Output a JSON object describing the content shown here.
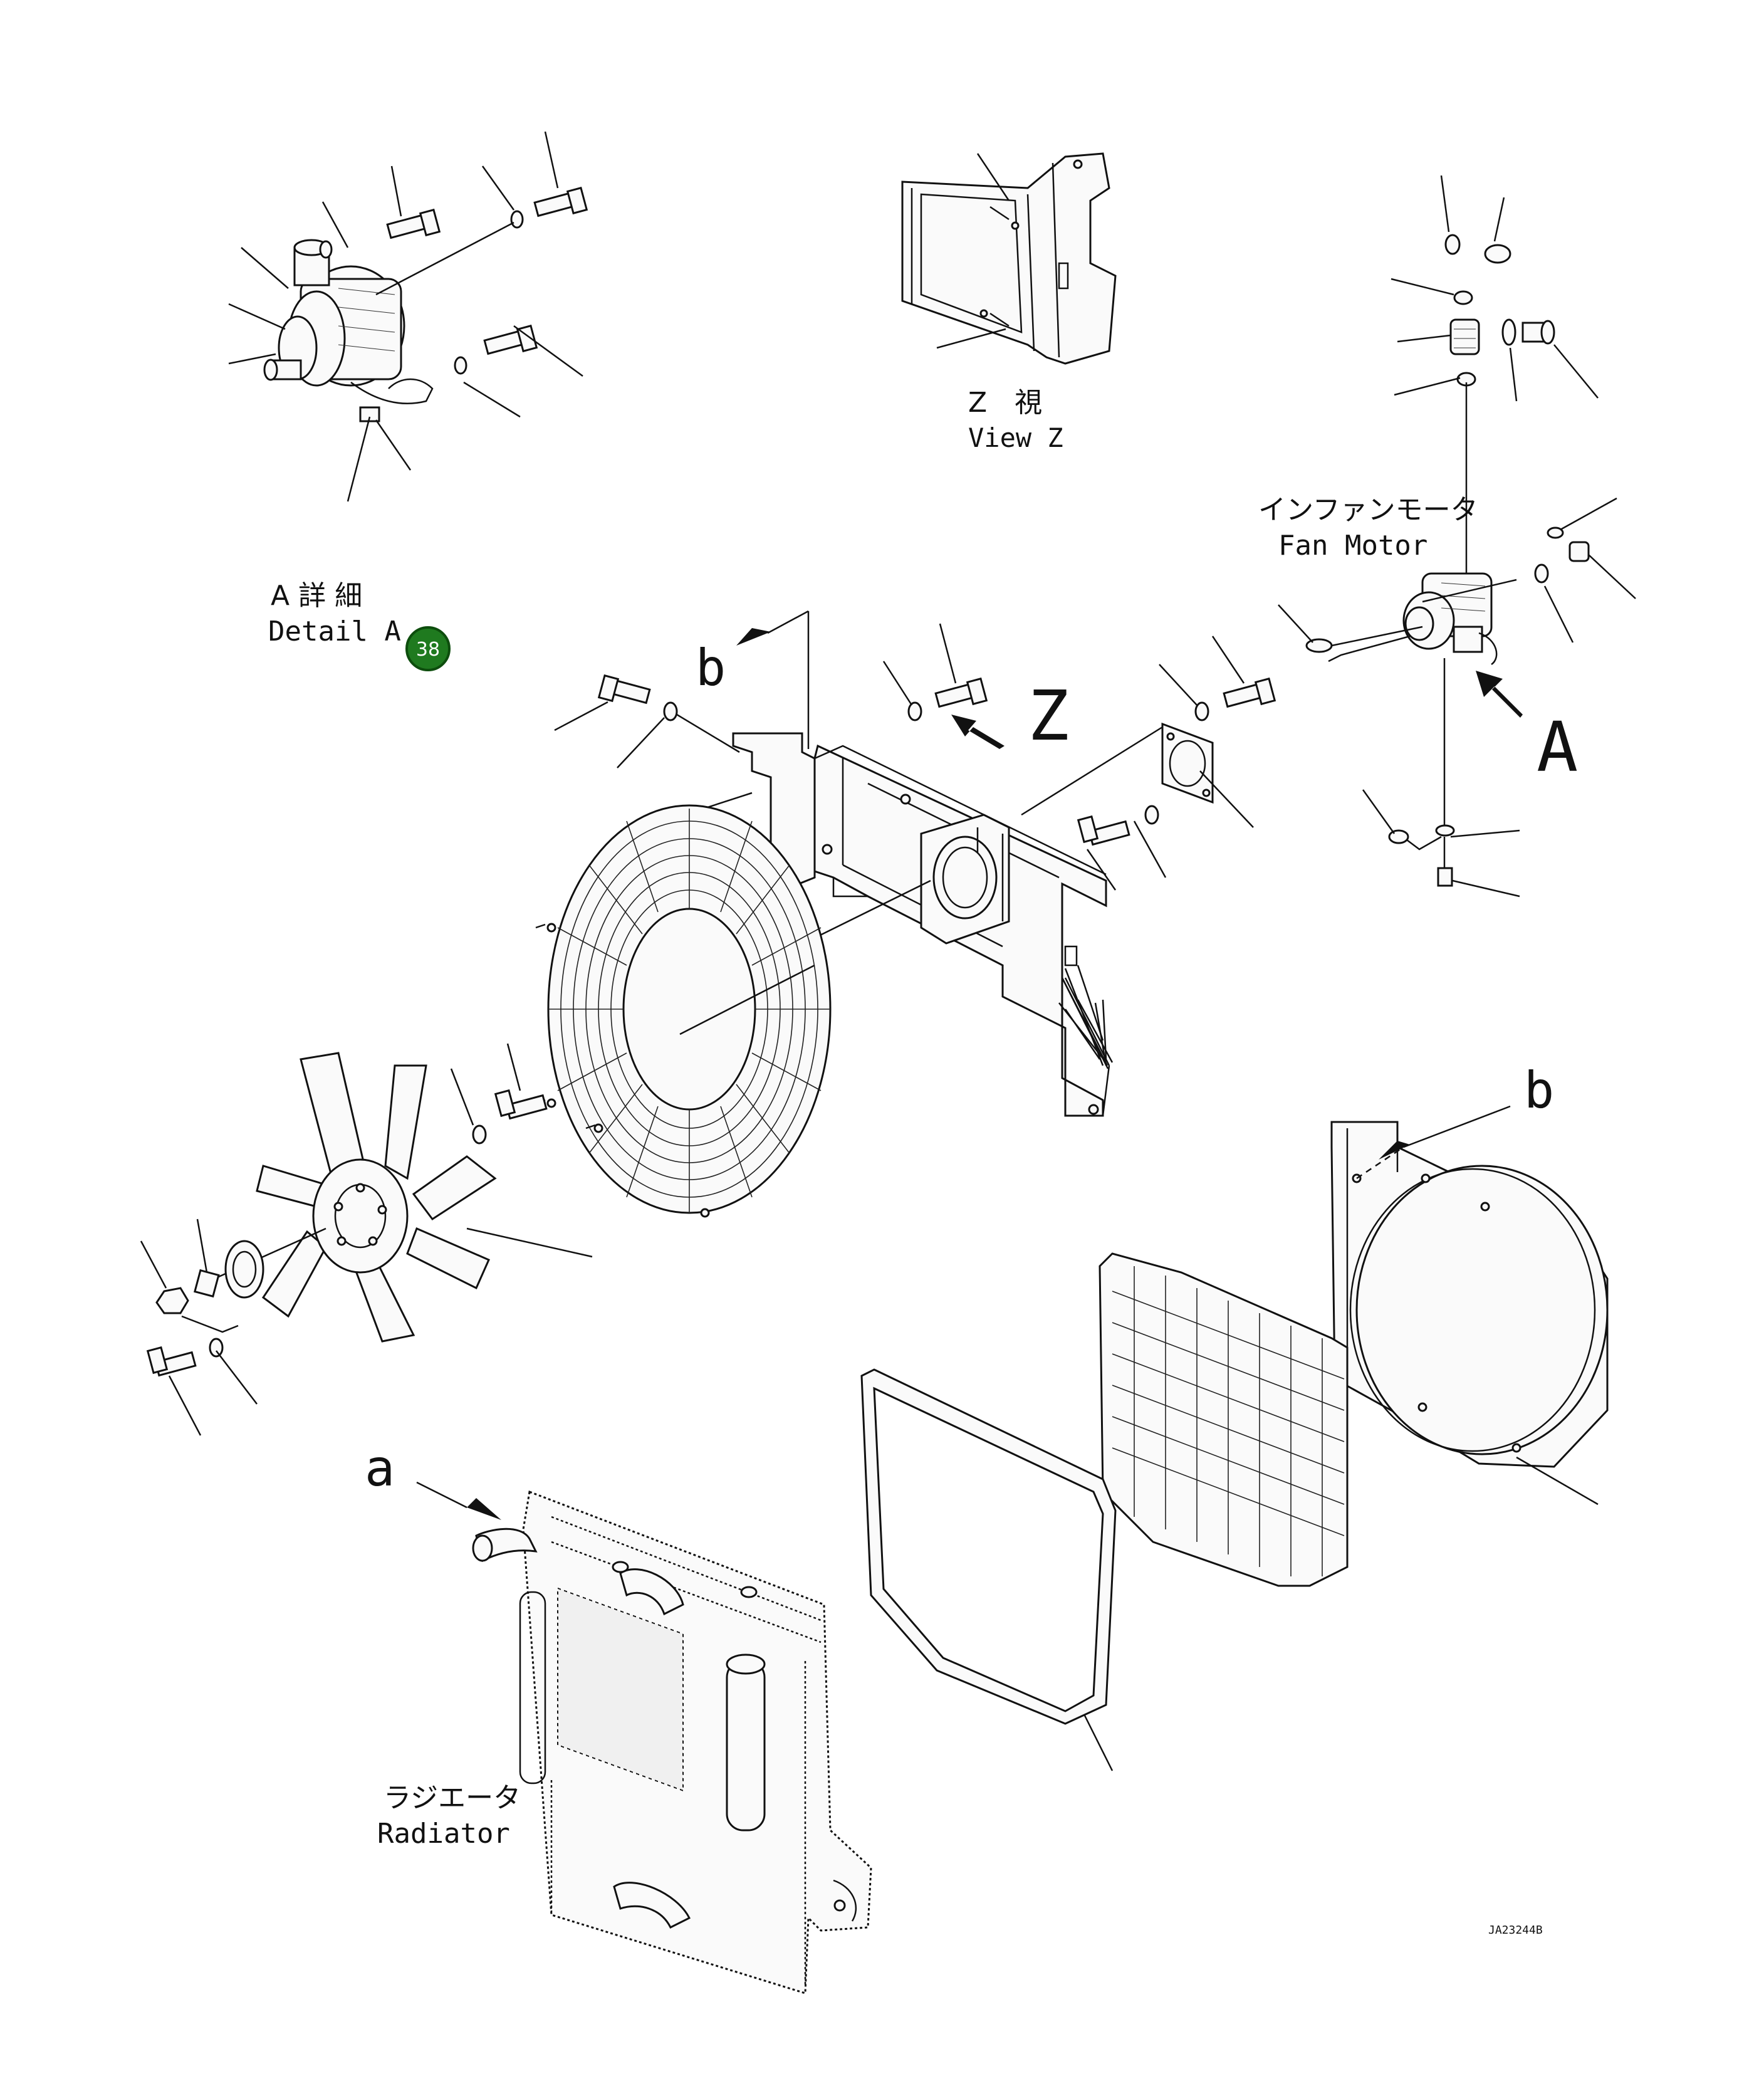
{
  "labels": {
    "view_z_jp": "Z　視",
    "view_z_en": "View Z",
    "fan_motor_jp": "インファンモータ",
    "fan_motor_en": "Fan Motor",
    "detail_a_jp": "A 詳 細",
    "detail_a_en": "Detail A",
    "radiator_jp": "ラジエータ",
    "radiator_en": "Radiator",
    "ref_b_upper": "b",
    "ref_a_upper": "a",
    "ref_z": "Z",
    "ref_A": "A",
    "ref_b_lower": "b",
    "ref_a_lower": "a",
    "drawing_code": "JA23244B"
  },
  "badge": {
    "number": "38",
    "color": "#1f7a1f"
  },
  "colors": {
    "line": "#111111",
    "background": "#ffffff"
  }
}
